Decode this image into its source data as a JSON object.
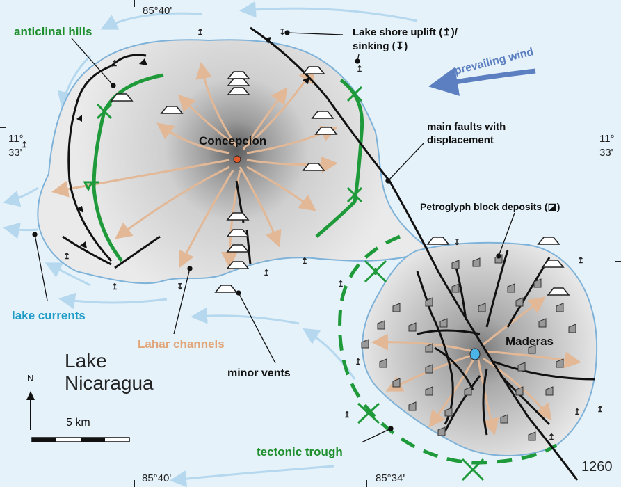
{
  "colors": {
    "lake": "#e6f2fa",
    "land": "#e4e4e4",
    "shore": "#7fb2d8",
    "current": "#b5d8ee",
    "fold": "#1f9a3a",
    "fault": "#111111",
    "lahar": "#e2b896",
    "vent_concepcion": "#e25a2a",
    "vent_maderas": "#4db4e8",
    "wind": "#5b7fc0",
    "label_green": "#1f8f2e",
    "label_blue": "#1d9cc8",
    "label_tan": "#e0a57a"
  },
  "coords": {
    "top_left": "85°40'",
    "bottom_left": "85°40'",
    "bottom_right": "85°34'",
    "left_lat_deg": "11°",
    "left_lat_min": "33'",
    "right_lat_deg": "11°",
    "right_lat_min": "33'"
  },
  "labels": {
    "anticlinal": "anticlinal hills",
    "shore_uplift_1": "Lake shore uplift (↥)/",
    "shore_uplift_2": "sinking (↧)",
    "wind": "prevailing wind",
    "faults_1": "main faults with",
    "faults_2": "displacement",
    "petroglyph": "Petroglyph block deposits (◪)",
    "concepcion": "Concepcion",
    "maderas": "Maderas",
    "lake_currents": "lake currents",
    "lahar": "Lahar channels",
    "minor_vents": "minor vents",
    "lake_name_1": "Lake",
    "lake_name_2": "Nicaragua",
    "north": "N",
    "scale": "5 km",
    "tectonic": "tectonic trough",
    "fig_number": "1260"
  },
  "icons": [
    "north-arrow-icon",
    "scale-bar-icon",
    "uplift-symbol-icon",
    "petroglyph-symbol-icon",
    "vent-cone-icon",
    "anticline-symbol-icon"
  ]
}
